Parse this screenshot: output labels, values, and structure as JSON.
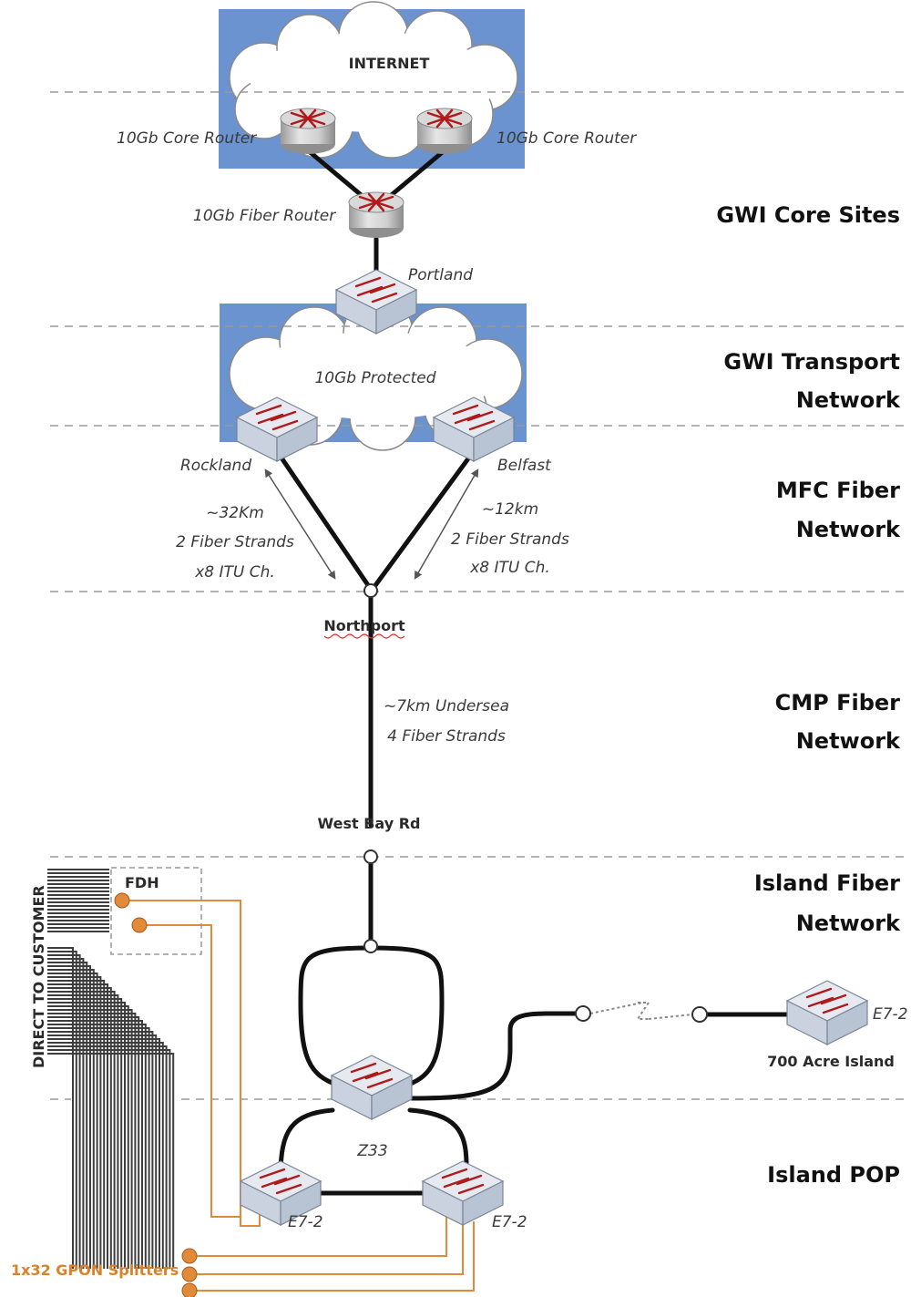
{
  "colors": {
    "cloud_box": "#6a93cf",
    "cloud_fill": "#ffffff",
    "link": "#111111",
    "fiber_orange": "#e08a3a",
    "orange_text": "#d9822b",
    "dash": "#999999",
    "device_top": "#e6eaf0",
    "device_side": "#b8c4d4",
    "arrow_red": "#b11a1a"
  },
  "sections": {
    "core": "GWI Core Sites",
    "transport_1": "GWI Transport",
    "transport_2": "Network",
    "mfc_1": "MFC Fiber",
    "mfc_2": "Network",
    "cmp_1": "CMP Fiber",
    "cmp_2": "Network",
    "island_fiber_1": "Island Fiber",
    "island_fiber_2": "Network",
    "island_pop": "Island POP"
  },
  "labels": {
    "internet": "INTERNET",
    "core_router_left": "10Gb Core Router",
    "core_router_right": "10Gb Core Router",
    "fiber_router": "10Gb Fiber Router",
    "portland": "Portland",
    "protected": "10Gb Protected",
    "rockland": "Rockland",
    "belfast": "Belfast",
    "left_dist": "~32Km",
    "left_strands": "2 Fiber Strands",
    "left_ch": "x8 ITU Ch.",
    "right_dist": "~12km",
    "right_strands": "2 Fiber Strands",
    "right_ch": "x8 ITU Ch.",
    "northport": "Northport",
    "undersea_1": "~7km Undersea",
    "undersea_2": "4 Fiber Strands",
    "west_bay": "West Bay Rd",
    "fdh": "FDH",
    "direct_to_customer": "DIRECT TO CUSTOMER",
    "e72_island": "E7-2",
    "acre_island": "700 Acre Island",
    "z33": "Z33",
    "e72_left": "E7-2",
    "e72_right": "E7-2",
    "gpon": "1x32 GPON Splitters"
  }
}
